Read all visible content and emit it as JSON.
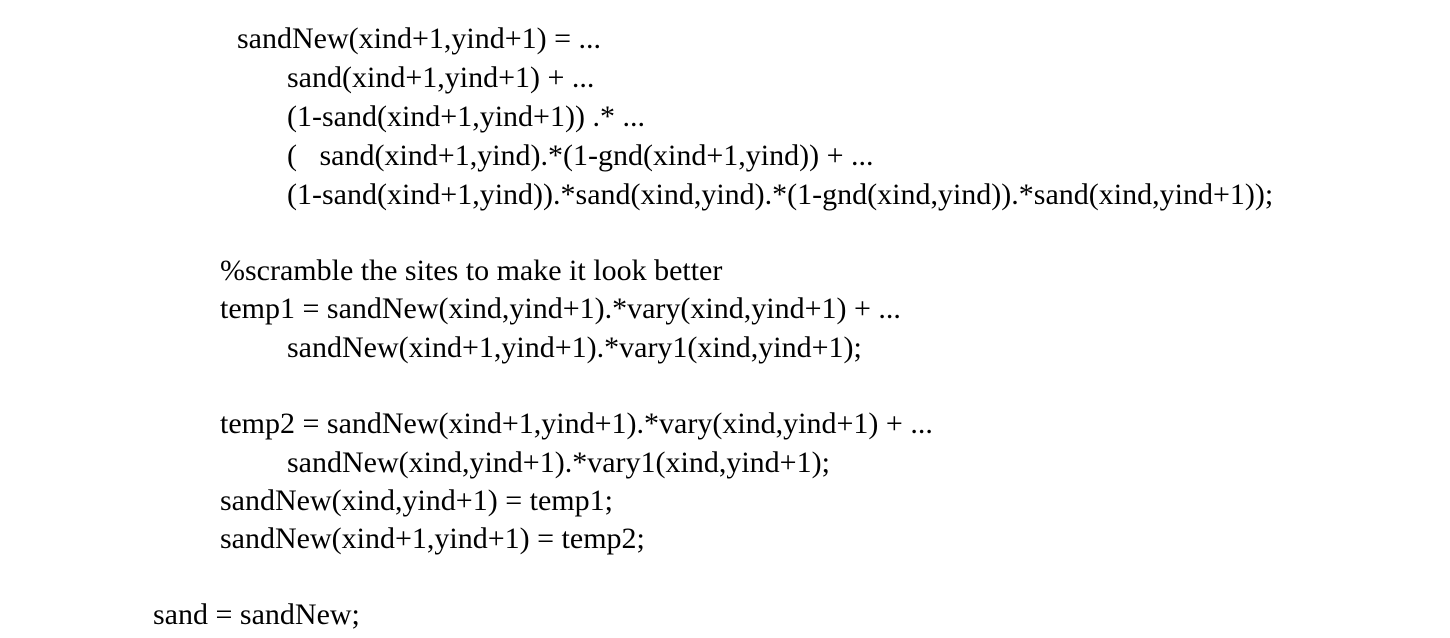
{
  "document": {
    "lines": [
      "sandNew(xind+1,yind+1) = ...",
      "sand(xind+1,yind+1) + ...",
      "(1-sand(xind+1,yind+1)) .* ...",
      "(   sand(xind+1,yind).*(1-gnd(xind+1,yind)) + ...",
      "(1-sand(xind+1,yind)).*sand(xind,yind).*(1-gnd(xind,yind)).*sand(xind,yind+1));",
      "%scramble the sites to make it look better",
      "temp1 = sandNew(xind,yind+1).*vary(xind,yind+1) + ...",
      "sandNew(xind+1,yind+1).*vary1(xind,yind+1);",
      "temp2 = sandNew(xind+1,yind+1).*vary(xind,yind+1) + ...",
      "sandNew(xind,yind+1).*vary1(xind,yind+1);",
      "sandNew(xind,yind+1) = temp1;",
      "sandNew(xind+1,yind+1) = temp2;",
      "sand = sandNew;"
    ]
  }
}
